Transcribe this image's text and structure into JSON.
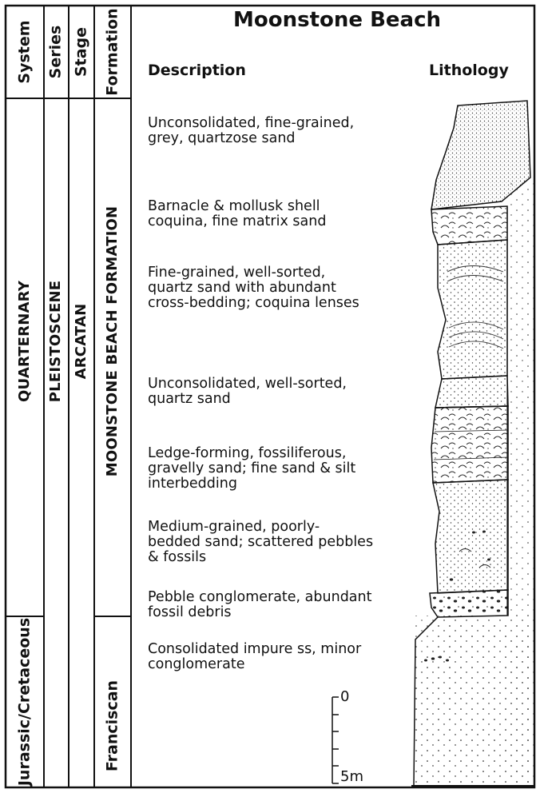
{
  "title": "Moonstone Beach",
  "column_headers": {
    "system": "System",
    "series": "Series",
    "stage": "Stage",
    "formation": "Formation",
    "description": "Description",
    "lithology": "Lithology"
  },
  "units": {
    "system_upper": "QUARTERNARY",
    "system_lower": "Jurassic/Cretaceous",
    "series": "PLEISTOSCENE",
    "stage": "ARCATAN",
    "formation_upper": "MOONSTONE BEACH FORMATION",
    "formation_lower": "Franciscan"
  },
  "descriptions": [
    "Unconsolidated, fine-grained,\ngrey, quartzose sand",
    "Barnacle & mollusk shell\ncoquina, fine matrix sand",
    "Fine-grained, well-sorted,\nquartz sand with abundant\ncross-bedding; coquina lenses",
    "Unconsolidated, well-sorted,\nquartz sand",
    "Ledge-forming, fossiliferous,\ngravelly sand; fine sand & silt\ninterbedding",
    "Medium-grained, poorly-\nbedded sand; scattered pebbles\n& fossils",
    "Pebble conglomerate, abundant\nfossil debris",
    "Consolidated impure ss, minor\nconglomerate"
  ],
  "scale": {
    "top_label": "0",
    "bottom_label": "5m"
  }
}
